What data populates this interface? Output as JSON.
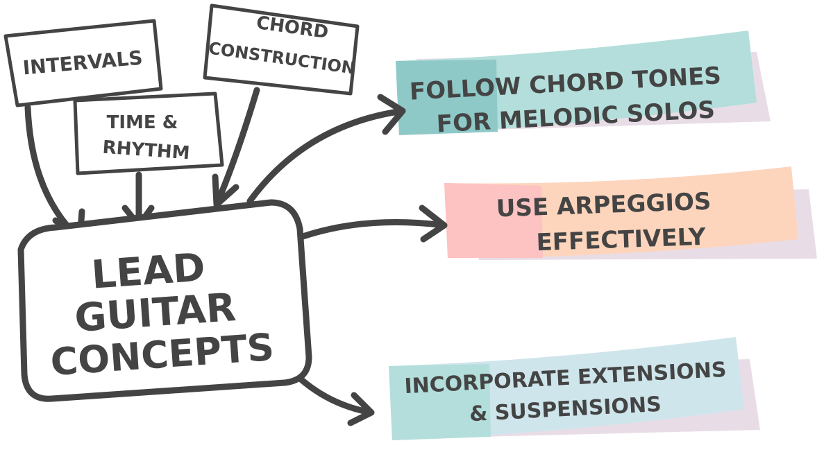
{
  "colors": {
    "ink": "#444444",
    "banner1_main": "#b3dedb",
    "banner1_left": "#8ec9c8",
    "banner2_main": "#fdd5bd",
    "banner2_left": "#fdc2c2",
    "banner3_main": "#cfe5ec",
    "banner3_left": "#b3dedb",
    "shadow": "#e8dde7"
  },
  "inputs": {
    "intervals": "INTERVALS",
    "chord_construction": [
      "CHORD",
      "CONSTRUCTION"
    ],
    "time_rhythm": [
      "TIME &",
      "RHYTHM"
    ]
  },
  "center": {
    "lines": [
      "LEAD",
      "GUITAR",
      "CONCEPTS"
    ]
  },
  "outputs": [
    {
      "lines": [
        "FOLLOW CHORD TONES",
        "FOR MELODIC SOLOS"
      ]
    },
    {
      "lines": [
        "USE ARPEGGIOS",
        "EFFECTIVELY"
      ]
    },
    {
      "lines": [
        "INCORPORATE EXTENSIONS",
        "& SUSPENSIONS"
      ]
    }
  ]
}
